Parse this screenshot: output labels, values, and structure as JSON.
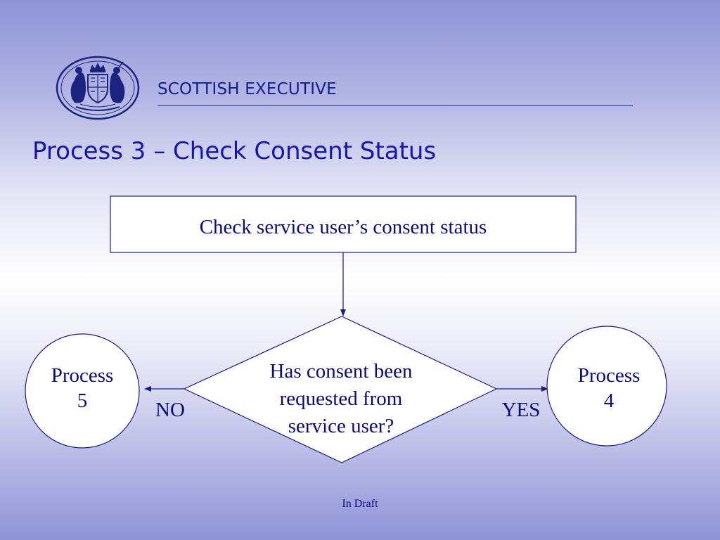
{
  "header": {
    "organisation": "SCOTTISH EXECUTIVE"
  },
  "slide": {
    "title": "Process 3 – Check Consent Status"
  },
  "flowchart": {
    "start_box": "Check service user’s consent status",
    "decision": {
      "line1": "Has consent been",
      "line2": "requested from",
      "line3": "service user?"
    },
    "no_branch": {
      "label": "NO",
      "target_line1": "Process",
      "target_line2": "5"
    },
    "yes_branch": {
      "label": "YES",
      "target_line1": "Process",
      "target_line2": "4"
    }
  },
  "footer": {
    "status": "In Draft"
  },
  "colors": {
    "outline": "#1a1a8c",
    "text": "#0a0a80",
    "title": "#1515b4",
    "background_edge": "#8f92d6",
    "background_center": "#ffffff"
  }
}
